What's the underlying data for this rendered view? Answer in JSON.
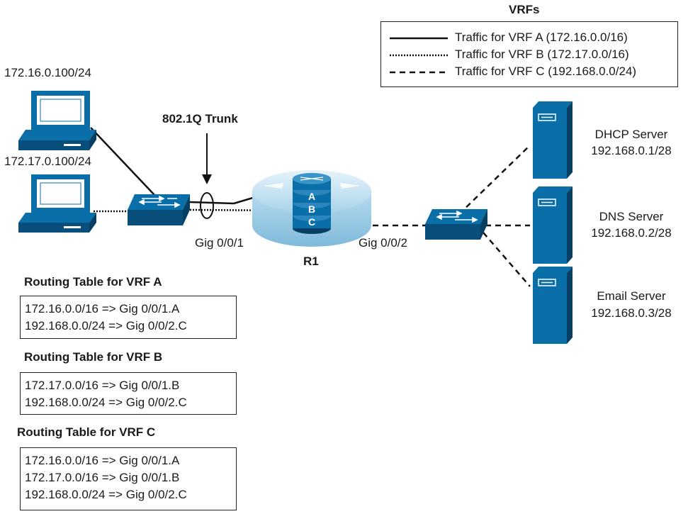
{
  "legend": {
    "title": "VRFs",
    "items": [
      {
        "label": "Traffic for VRF A (172.16.0.0/16)",
        "style": "solid"
      },
      {
        "label": "Traffic for VRF B (172.17.0.0/16)",
        "style": "dotted"
      },
      {
        "label": "Traffic for VRF C (192.168.0.0/24)",
        "style": "dashed"
      }
    ]
  },
  "hosts": {
    "pc_a_ip": "172.16.0.100/24",
    "pc_b_ip": "172.17.0.100/24"
  },
  "trunk_label": "802.1Q Trunk",
  "router": {
    "name": "R1",
    "vrf_letters": [
      "A",
      "B",
      "C"
    ],
    "left_interface": "Gig 0/0/1",
    "right_interface": "Gig 0/0/2"
  },
  "servers": [
    {
      "name": "DHCP Server",
      "ip": "192.168.0.1/28"
    },
    {
      "name": "DNS Server",
      "ip": "192.168.0.2/28"
    },
    {
      "name": "Email Server",
      "ip": "192.168.0.3/28"
    }
  ],
  "routing_tables": [
    {
      "title": "Routing Table for VRF A",
      "routes": [
        "172.16.0.0/16 => Gig 0/0/1.A",
        "192.168.0.0/24 => Gig 0/0/2.C"
      ]
    },
    {
      "title": "Routing Table for VRF B",
      "routes": [
        "172.17.0.0/16 => Gig 0/0/1.B",
        "192.168.0.0/24 => Gig 0/0/2.C"
      ]
    },
    {
      "title": "Routing Table for VRF C",
      "routes": [
        "172.16.0.0/16 => Gig 0/0/1.A",
        "172.17.0.0/16 => Gig 0/0/1.B",
        "192.168.0.0/24 => Gig 0/0/2.C"
      ]
    }
  ],
  "colors": {
    "device_blue": "#0a6fa8",
    "device_dark": "#074f7a",
    "router_light": "#bfe0f0",
    "line": "#111111"
  }
}
